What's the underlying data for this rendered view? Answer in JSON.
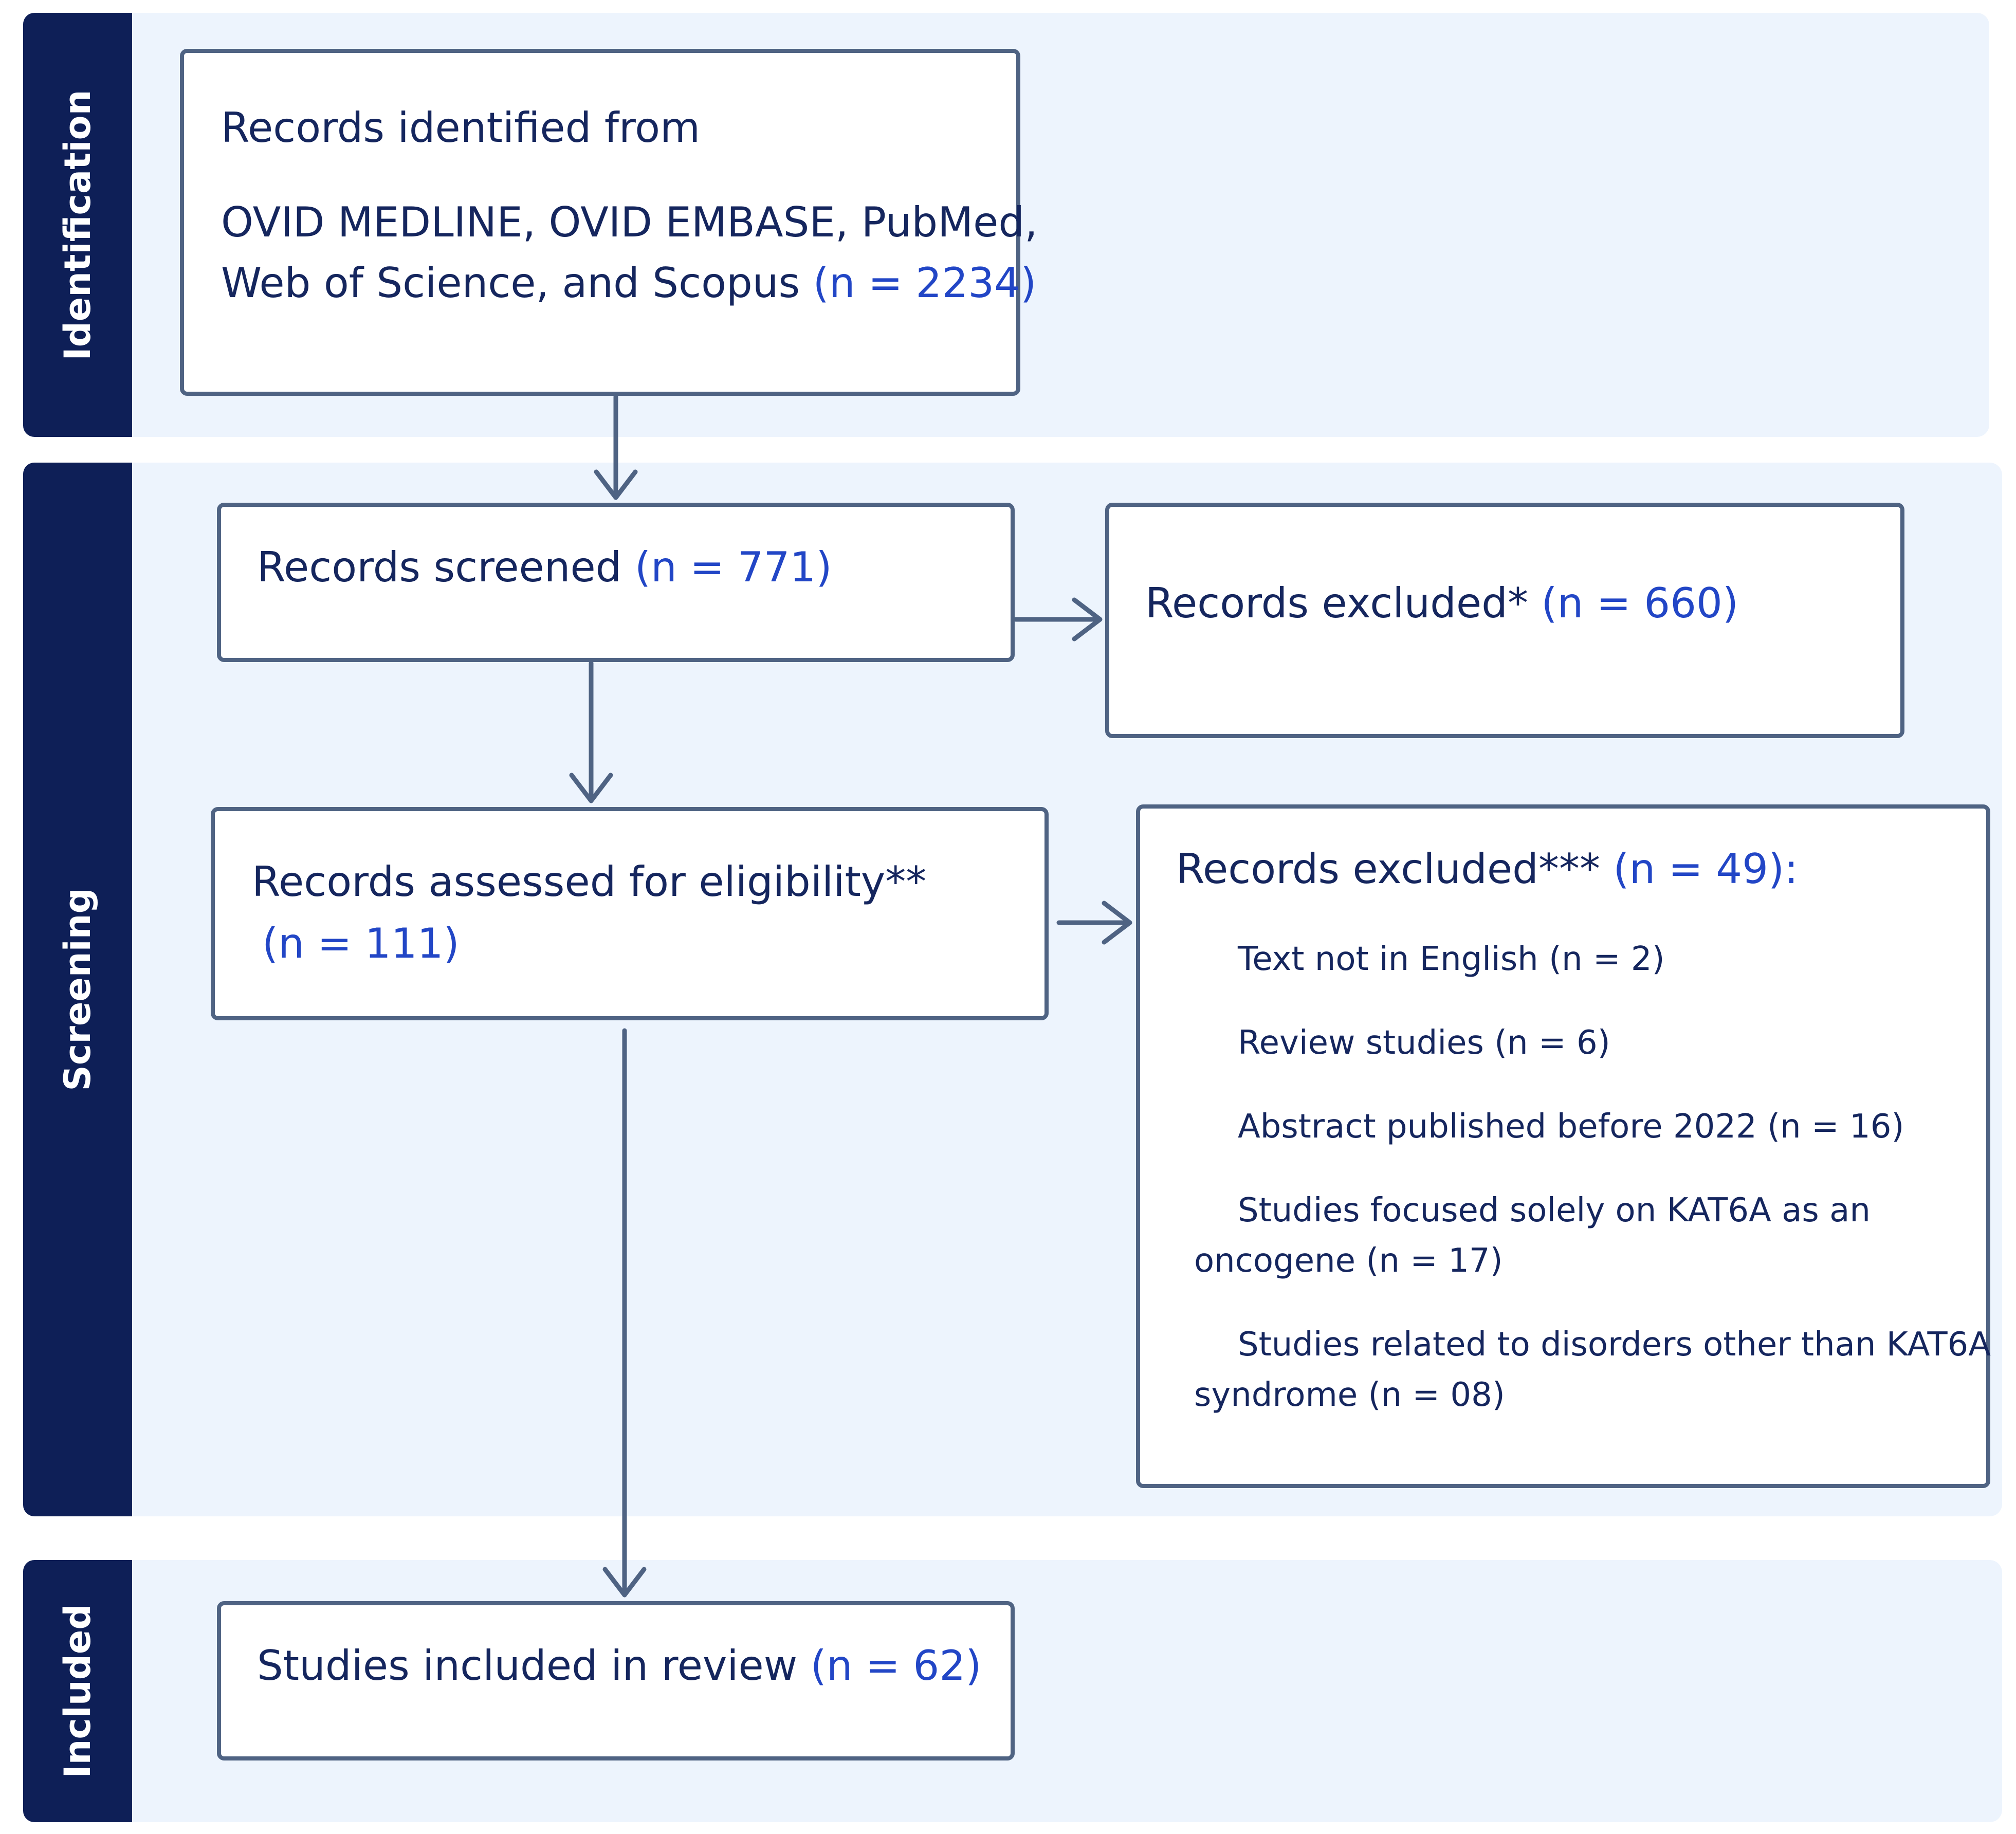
{
  "stages": {
    "identification": "Identification",
    "screening": "Screening",
    "included": "Included"
  },
  "identified": {
    "line1": "Records identified from",
    "line2": "OVID MEDLINE, OVID EMBASE, PubMed,",
    "line3": "Web of Science, and Scopus",
    "count": "(n = 2234)"
  },
  "screened": {
    "label": "Records screened",
    "count": "(n = 771)"
  },
  "excluded1": {
    "label": "Records excluded*",
    "count": "(n = 660)"
  },
  "assessed": {
    "label": "Records assessed for eligibility**",
    "count": "(n = 111)"
  },
  "excluded2": {
    "label": "Records excluded***",
    "count": "(n = 49)",
    "suffix": ":",
    "reasons": [
      {
        "line1": "Text not in English (n = 2)"
      },
      {
        "line1": "Review studies (n = 6)"
      },
      {
        "line1": "Abstract published before 2022 (n = 16)"
      },
      {
        "line1": "Studies focused solely on KAT6A as an",
        "line2": "oncogene (n = 17)"
      },
      {
        "line1": "Studies related to disorders other than KAT6A",
        "line2": "syndrome (n = 08)"
      }
    ]
  },
  "included": {
    "label": "Studies included in review",
    "count": "(n = 62)"
  },
  "colors": {
    "stage_bar": "#0e1f57",
    "panel": "#edf4fd",
    "border": "#4f6383",
    "count_text": "#2246c6",
    "text": "#15265e"
  }
}
